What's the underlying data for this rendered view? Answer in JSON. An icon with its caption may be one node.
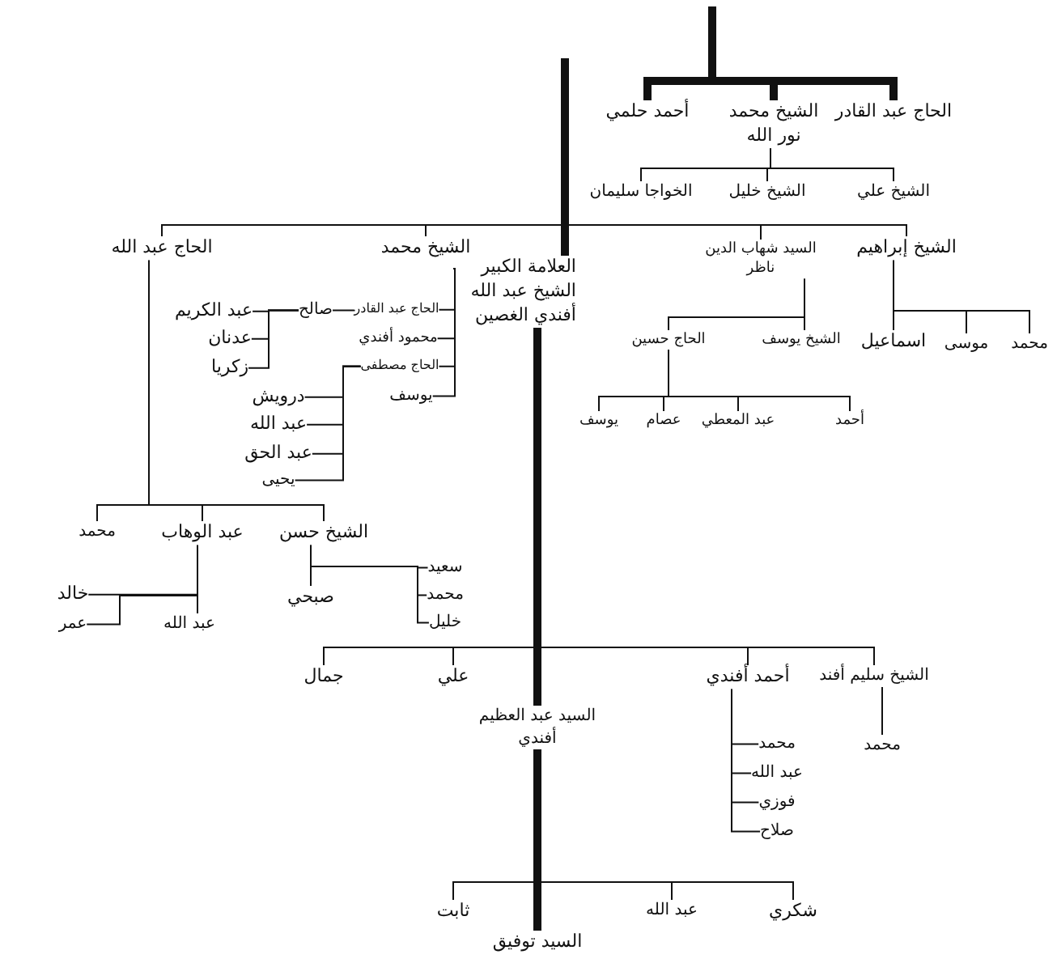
{
  "diagram": {
    "nodes": [
      {
        "text": [
          "أحمد حلمي"
        ]
      },
      {
        "text": [
          "الشيخ محمد نور الله"
        ]
      },
      {
        "text": [
          "الحاج عبد القادر"
        ]
      },
      {
        "text": [
          "الشيخ علي"
        ]
      },
      {
        "text": [
          "الشيخ خليل"
        ]
      },
      {
        "text": [
          "الخواجا سليمان"
        ]
      },
      {
        "text": [
          "الحاج عبد الله"
        ]
      },
      {
        "text": [
          "الشيخ محمد"
        ]
      },
      {
        "text": [
          "العلامة الكبير الشيخ عبد الله أفندي الغصين"
        ]
      },
      {
        "text": [
          "السيد شهاب الدين ناظر"
        ]
      },
      {
        "text": [
          "الشيخ إبراهيم"
        ]
      },
      {
        "text": [
          "اسماعيل"
        ]
      },
      {
        "text": [
          "موسى"
        ]
      },
      {
        "text": [
          "محمد"
        ]
      },
      {
        "text": [
          "الحاج حسين"
        ]
      },
      {
        "text": [
          "الشيخ يوسف"
        ]
      },
      {
        "text": [
          "يوسف"
        ]
      },
      {
        "text": [
          "عصام"
        ]
      },
      {
        "text": [
          "عبد المعطي"
        ]
      },
      {
        "text": [
          "أحمد"
        ]
      },
      {
        "text": [
          "الحاج عبد القادر"
        ]
      },
      {
        "text": [
          "محمود أفندي"
        ]
      },
      {
        "text": [
          "الحاج مصطفى"
        ]
      },
      {
        "text": [
          "يوسف"
        ]
      },
      {
        "text": [
          "صالح"
        ]
      },
      {
        "text": [
          "عبد الكريم"
        ]
      },
      {
        "text": [
          "عدنان"
        ]
      },
      {
        "text": [
          "زكريا"
        ]
      },
      {
        "text": [
          "درويش"
        ]
      },
      {
        "text": [
          "عبد الله"
        ]
      },
      {
        "text": [
          "عبد الحق"
        ]
      },
      {
        "text": [
          "يحيى"
        ]
      },
      {
        "text": [
          "محمد"
        ]
      },
      {
        "text": [
          "عبد الوهاب"
        ]
      },
      {
        "text": [
          "الشيخ حسن"
        ]
      },
      {
        "text": [
          "خالد"
        ]
      },
      {
        "text": [
          "عبد الله"
        ]
      },
      {
        "text": [
          "عمر"
        ]
      },
      {
        "text": [
          "صبحي"
        ]
      },
      {
        "text": [
          "سعيد"
        ]
      },
      {
        "text": [
          "محمد"
        ]
      },
      {
        "text": [
          "خليل"
        ]
      },
      {
        "text": [
          "جمال"
        ]
      },
      {
        "text": [
          "علي"
        ]
      },
      {
        "text": [
          "السيد عبد العظيم أفندي"
        ]
      },
      {
        "text": [
          "أحمد أفندي"
        ]
      },
      {
        "text": [
          "الشيخ سليم أفند"
        ]
      },
      {
        "text": [
          "محمد"
        ]
      },
      {
        "text": [
          "عبد الله"
        ]
      },
      {
        "text": [
          "فوزي"
        ]
      },
      {
        "text": [
          "صلاح"
        ]
      },
      {
        "text": [
          "محمد"
        ]
      },
      {
        "text": [
          "ثابت"
        ]
      },
      {
        "text": [
          "السيد توفيق"
        ]
      },
      {
        "text": [
          "عبد الله"
        ]
      },
      {
        "text": [
          "شكري"
        ]
      }
    ],
    "edges": [
      {
        "from": null,
        "to": 0,
        "arrow": "none",
        "style": "thick"
      },
      {
        "from": null,
        "to": 1,
        "arrow": "none",
        "style": "thick"
      },
      {
        "from": null,
        "to": 2,
        "arrow": "none",
        "style": "thick"
      },
      {
        "from": 1,
        "to": 3,
        "arrow": "none"
      },
      {
        "from": 1,
        "to": 4,
        "arrow": "none"
      },
      {
        "from": 1,
        "to": 5,
        "arrow": "none"
      },
      {
        "from": null,
        "to": 6,
        "arrow": "none"
      },
      {
        "from": null,
        "to": 7,
        "arrow": "none"
      },
      {
        "from": null,
        "to": 8,
        "arrow": "none",
        "style": "thick"
      },
      {
        "from": null,
        "to": 9,
        "arrow": "none"
      },
      {
        "from": null,
        "to": 10,
        "arrow": "none"
      },
      {
        "from": 10,
        "to": 11,
        "arrow": "none"
      },
      {
        "from": 10,
        "to": 12,
        "arrow": "none"
      },
      {
        "from": 10,
        "to": 13,
        "arrow": "none"
      },
      {
        "from": 9,
        "to": 14,
        "arrow": "none"
      },
      {
        "from": 9,
        "to": 15,
        "arrow": "none"
      },
      {
        "from": 14,
        "to": 16,
        "arrow": "none"
      },
      {
        "from": 14,
        "to": 17,
        "arrow": "none"
      },
      {
        "from": 14,
        "to": 18,
        "arrow": "none"
      },
      {
        "from": 14,
        "to": 19,
        "arrow": "none"
      },
      {
        "from": 8,
        "to": 20,
        "arrow": "none"
      },
      {
        "from": 8,
        "to": 21,
        "arrow": "none"
      },
      {
        "from": 8,
        "to": 22,
        "arrow": "none"
      },
      {
        "from": 8,
        "to": 23,
        "arrow": "none"
      },
      {
        "from": 20,
        "to": 24,
        "arrow": "none"
      },
      {
        "from": 24,
        "to": 25,
        "arrow": "none"
      },
      {
        "from": 24,
        "to": 26,
        "arrow": "none"
      },
      {
        "from": 24,
        "to": 27,
        "arrow": "none"
      },
      {
        "from": 22,
        "to": 28,
        "arrow": "none"
      },
      {
        "from": 22,
        "to": 29,
        "arrow": "none"
      },
      {
        "from": 22,
        "to": 30,
        "arrow": "none"
      },
      {
        "from": 22,
        "to": 31,
        "arrow": "none"
      },
      {
        "from": 6,
        "to": 32,
        "arrow": "none"
      },
      {
        "from": 6,
        "to": 33,
        "arrow": "none"
      },
      {
        "from": 6,
        "to": 34,
        "arrow": "none"
      },
      {
        "from": 33,
        "to": 35,
        "arrow": "none"
      },
      {
        "from": 33,
        "to": 36,
        "arrow": "none"
      },
      {
        "from": 33,
        "to": 37,
        "arrow": "none"
      },
      {
        "from": 34,
        "to": 38,
        "arrow": "none"
      },
      {
        "from": 34,
        "to": 39,
        "arrow": "none"
      },
      {
        "from": 34,
        "to": 40,
        "arrow": "none"
      },
      {
        "from": 34,
        "to": 41,
        "arrow": "none"
      },
      {
        "from": 8,
        "to": 42,
        "arrow": "none"
      },
      {
        "from": 8,
        "to": 43,
        "arrow": "none"
      },
      {
        "from": 8,
        "to": 44,
        "arrow": "none",
        "style": "thick"
      },
      {
        "from": 8,
        "to": 45,
        "arrow": "none"
      },
      {
        "from": 8,
        "to": 46,
        "arrow": "none"
      },
      {
        "from": 45,
        "to": 47,
        "arrow": "none"
      },
      {
        "from": 45,
        "to": 48,
        "arrow": "none"
      },
      {
        "from": 45,
        "to": 49,
        "arrow": "none"
      },
      {
        "from": 45,
        "to": 50,
        "arrow": "none"
      },
      {
        "from": 46,
        "to": 51,
        "arrow": "none"
      },
      {
        "from": 44,
        "to": 52,
        "arrow": "none"
      },
      {
        "from": 44,
        "to": 53,
        "arrow": "none",
        "style": "thick"
      },
      {
        "from": 44,
        "to": 54,
        "arrow": "none"
      },
      {
        "from": 44,
        "to": 55,
        "arrow": "none"
      }
    ]
  }
}
